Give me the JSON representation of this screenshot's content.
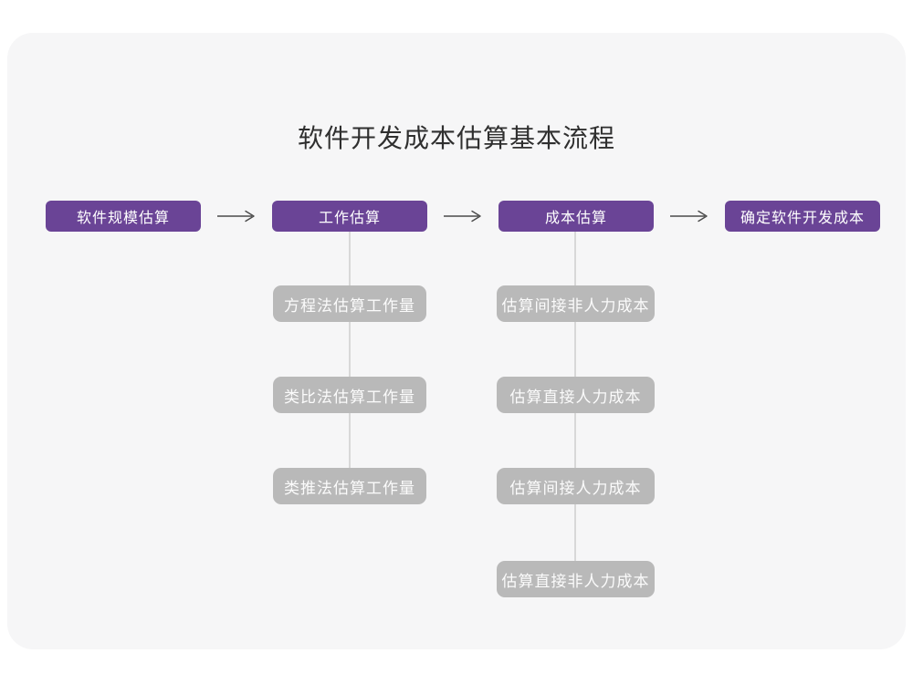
{
  "title": "软件开发成本估算基本流程",
  "main_flow": {
    "steps": [
      {
        "label": "软件规模估算"
      },
      {
        "label": "工作估算"
      },
      {
        "label": "成本估算"
      },
      {
        "label": "确定软件开发成本"
      }
    ]
  },
  "work_estimation_branch": {
    "items": [
      {
        "label": "方程法估算工作量"
      },
      {
        "label": "类比法估算工作量"
      },
      {
        "label": "类推法估算工作量"
      }
    ]
  },
  "cost_estimation_branch": {
    "items": [
      {
        "label": "估算间接非人力成本"
      },
      {
        "label": "估算直接人力成本"
      },
      {
        "label": "估算间接人力成本"
      },
      {
        "label": "估算直接非人力成本"
      }
    ]
  },
  "colors": {
    "primary_node": "#6a4496",
    "primary_text": "#ffffff",
    "secondary_node": "#b9b9b9",
    "secondary_text": "#fbfbfb",
    "connector_line": "#d8d8d8",
    "arrow": "#4a4a4a",
    "canvas": "#f6f6f7",
    "page_background": "#ffffff",
    "title_text": "#2f2f2f"
  }
}
